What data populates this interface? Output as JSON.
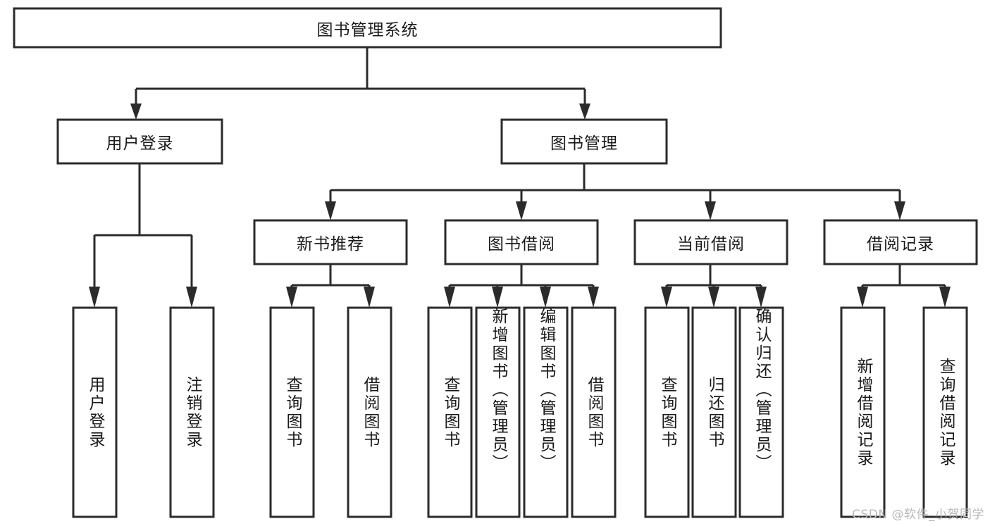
{
  "diagram": {
    "type": "tree",
    "title": "图书管理系统",
    "orientation": "top-down",
    "colors": {
      "box_fill": "#ffffff",
      "box_stroke": "#2b2b2b",
      "text": "#1a1a1a",
      "background": "#ffffff",
      "watermark": "#b8b8b8"
    },
    "root": {
      "label": "图书管理系统"
    },
    "level1": [
      {
        "label": "用户登录"
      },
      {
        "label": "图书管理"
      }
    ],
    "level2": [
      {
        "label": "新书推荐"
      },
      {
        "label": "图书借阅"
      },
      {
        "label": "当前借阅"
      },
      {
        "label": "借阅记录"
      }
    ],
    "leaves_user_login": [
      {
        "label": "用户登录"
      },
      {
        "label": "注销登录"
      }
    ],
    "leaves_new_book": [
      {
        "label": "查询图书"
      },
      {
        "label": "借阅图书"
      }
    ],
    "leaves_borrow": [
      {
        "label": "查询图书"
      },
      {
        "label": "新增图书（管理员）"
      },
      {
        "label": "编辑图书（管理员）"
      },
      {
        "label": "借阅图书"
      }
    ],
    "leaves_current": [
      {
        "label": "查询图书"
      },
      {
        "label": "归还图书"
      },
      {
        "label": "确认归还（管理员）"
      }
    ],
    "leaves_record": [
      {
        "label": "新增借阅记录"
      },
      {
        "label": "查询借阅记录"
      }
    ]
  },
  "watermark": {
    "text": "CSDN @软件_小贺同学"
  }
}
